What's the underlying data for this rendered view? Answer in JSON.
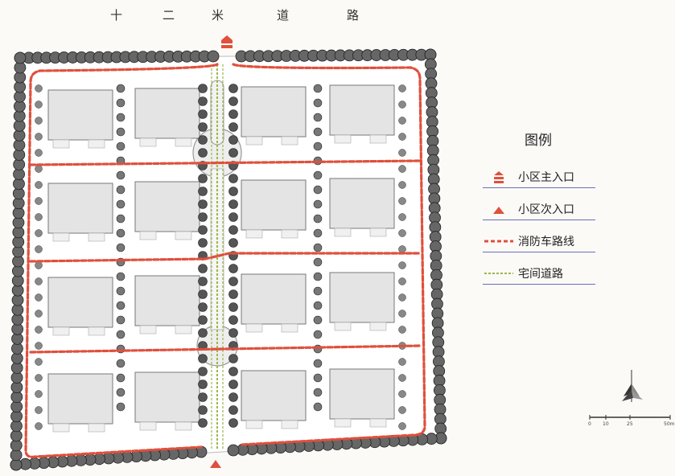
{
  "road_title": [
    "十",
    "二",
    "米",
    "道",
    "路"
  ],
  "legend": {
    "title": "图例",
    "items": [
      {
        "label": "小区主入口",
        "icon": "main-entrance-icon",
        "color": "#e0503c"
      },
      {
        "label": "小区次入口",
        "icon": "secondary-entrance-icon",
        "color": "#e0503c"
      },
      {
        "label": "消防车路线",
        "icon": "fire-route-line",
        "color": "#e0503c"
      },
      {
        "label": "宅间道路",
        "icon": "lane-line",
        "color": "#9ab84a"
      }
    ]
  },
  "scale": {
    "ticks": [
      "0",
      "10",
      "25",
      "50m"
    ]
  },
  "colors": {
    "fire_route": "#e0503c",
    "lane": "#9ab84a",
    "building": "#e4e4e4",
    "tree": "#555555",
    "underline": "#6a6fb8"
  }
}
